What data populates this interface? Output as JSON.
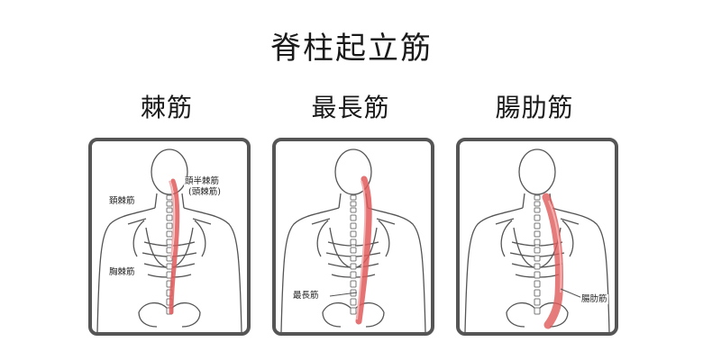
{
  "title": "脊柱起立筋",
  "panels": [
    {
      "heading": "棘筋",
      "labels": [
        "頭半棘筋",
        "(頭棘筋)",
        "頚棘筋",
        "胸棘筋"
      ]
    },
    {
      "heading": "最長筋",
      "labels": [
        "最長筋"
      ]
    },
    {
      "heading": "腸肋筋",
      "labels": [
        "腸肋筋"
      ]
    }
  ],
  "colors": {
    "muscle": "#e05a5a",
    "muscle_light": "#f3b3b3",
    "outline": "#555555",
    "frame": "#555555"
  }
}
